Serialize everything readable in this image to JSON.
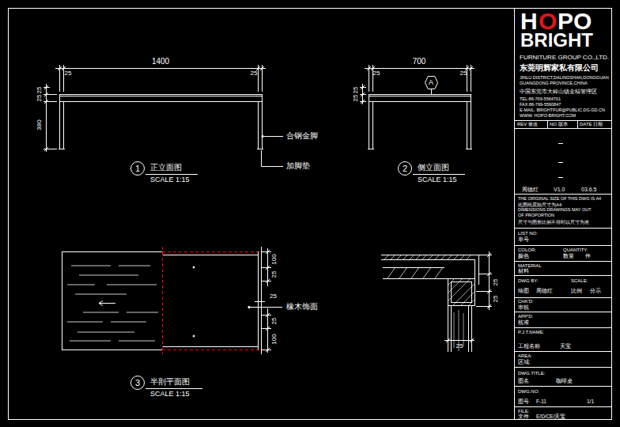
{
  "diagram": {
    "nodes": [
      {
        "text": [
          "A"
        ]
      },
      {
        "text": [
          "1"
        ]
      },
      {
        "text": [
          "2"
        ]
      },
      {
        "text": [
          "3"
        ]
      }
    ],
    "labels": [
      "1400",
      "25",
      "25",
      "25",
      "25",
      "380",
      "合钢金脚",
      "加脚垫",
      "正立面图",
      "SCALE 1:15",
      "700",
      "25",
      "25",
      "25",
      "25",
      "侧立面图",
      "SCALE 1:15",
      "100",
      "25",
      "25",
      "25",
      "100",
      "橡木饰面",
      "半剖平面图",
      "SCALE 1:15",
      "25",
      "25",
      "25",
      "H",
      "O",
      "PO",
      "BRIGHT",
      "FURNITURE GROUP CO.,LTD.",
      "东莞明辉家私有限公司",
      "JINLU DISTRICT,DALINGSHAN,DONGGUAN",
      "GUANGDONG PROVINCE,CHINA",
      "中国东莞市大岭山镇金桔管理区",
      "TEL:86-769-5564701",
      "FAX:86-769-5560847",
      "E-MAIL: BRIGHTFUR@PUBLIC.DG.GD.CN",
      "WWW: HOPO-BRIGHT.COM",
      "REV 修改",
      "NO 版本",
      "DATE 日期",
      "周德红",
      "V1.0",
      "03.6.5",
      "THE ORIGINAL SIZE OF THIS DWG IS A4",
      "此图纸原始尺寸为A4",
      "DIMENSIONS DRAWINGS MAY OUT",
      "OF PROPORTION",
      "尺寸与图形比例不符时以尺寸为准",
      "LIST NO:",
      "单号",
      "COLOR:",
      "颜色",
      "QUANTITY:",
      "数量",
      "件",
      "MATERIAL",
      "材料",
      "DWG BY:",
      "SCALE:",
      "绘图",
      "周德红",
      "比例",
      "分示",
      "CHK'D:",
      "审核",
      "APP'D:",
      "核准",
      "P.J.T.NAME:",
      "工程名称",
      "天宝",
      "AREA:",
      "区域:",
      "DWG.TITLE:",
      "图名",
      "咖啡桌",
      "DWG.NO:",
      "图号",
      "F-11",
      "1/1",
      "FILE:",
      "文件",
      "E/D/CE/天宝"
    ]
  }
}
